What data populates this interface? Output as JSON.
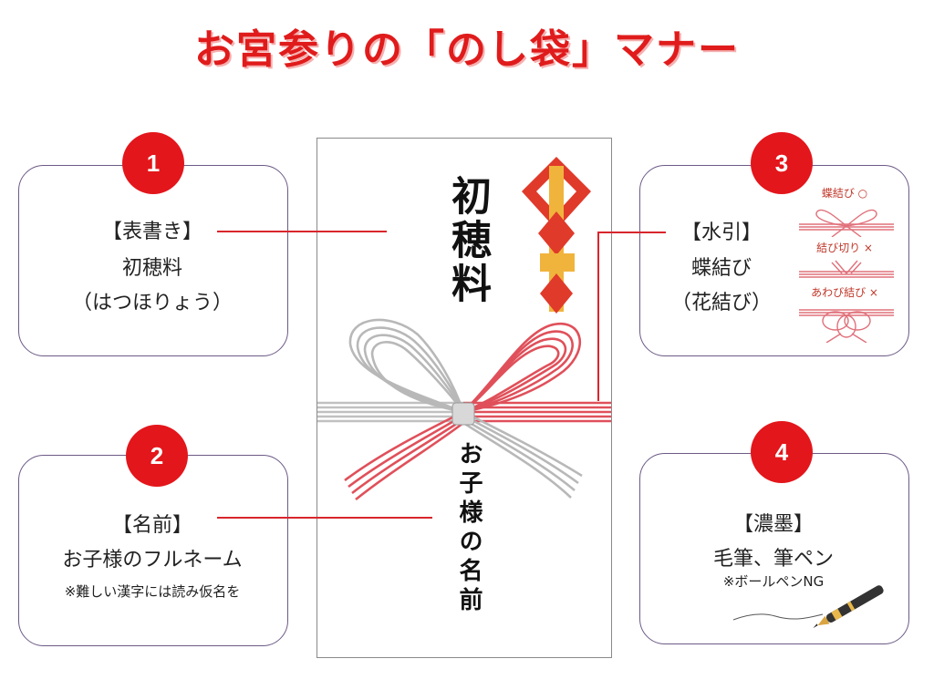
{
  "title": "お宮参りの「のし袋」マナー",
  "envelope": {
    "omote": "初穂料",
    "name": "お子様の名前"
  },
  "cards": [
    {
      "number": "1",
      "heading": "【表書き】",
      "line1": "初穂料",
      "line2": "（はつほりょう）"
    },
    {
      "number": "2",
      "heading": "【名前】",
      "line1": "お子様のフルネーム",
      "note": "※難しい漢字には読み仮名を"
    },
    {
      "number": "3",
      "heading": "【水引】",
      "line1": "蝶結び",
      "line2": "（花結び）",
      "knots": [
        {
          "label": "蝶結び ○"
        },
        {
          "label": "結び切り ×"
        },
        {
          "label": "あわび結び ×"
        }
      ]
    },
    {
      "number": "4",
      "heading": "【濃墨】",
      "line1": "毛筆、筆ペン",
      "note": "※ボールペンNG"
    }
  ],
  "colors": {
    "accent": "#e3161b",
    "mizuhiki_red": "#e0505a",
    "mizuhiki_silver": "#b8b8b8",
    "noshi_gold": "#f0b43c"
  }
}
